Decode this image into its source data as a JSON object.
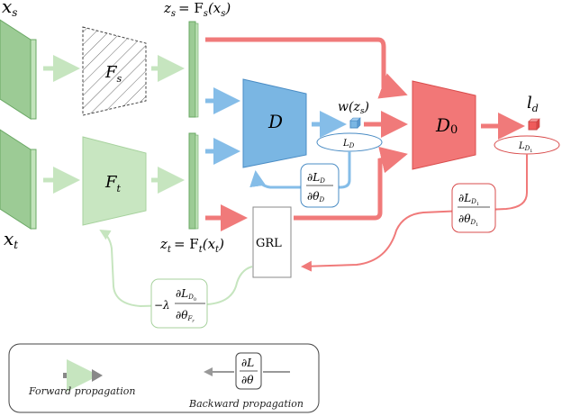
{
  "labels": {
    "xs": "x",
    "xs_sub": "s",
    "xt": "x",
    "xt_sub": "t",
    "fs": "F",
    "fs_sub": "s",
    "ft": "F",
    "ft_sub": "t",
    "zs_lhs": "z",
    "zs_lhs_sub": "s",
    "zs_rhs": "= F",
    "zs_rhs_sub": "s",
    "zs_arg": "(x",
    "zs_arg_sub": "s",
    "zs_close": ")",
    "zt_lhs": "z",
    "zt_lhs_sub": "t",
    "zt_rhs": "= F",
    "zt_rhs_sub": "t",
    "zt_arg": "(x",
    "zt_arg_sub": "t",
    "zt_close": ")",
    "d": "D",
    "d0": "D",
    "d0_sub": "0",
    "wzs": "w(z",
    "wzs_sub": "s",
    "wzs_close": ")",
    "ld": "l",
    "ld_sub": "d",
    "grl": "GRL",
    "loss_d": "L",
    "loss_d_sub": "D",
    "loss_d1": "L",
    "loss_d1_sub": "D",
    "loss_d1_subsub": "1"
  },
  "gradients": {
    "d": {
      "num": "∂L",
      "num_sub": "D",
      "den": "∂θ",
      "den_sub": "D"
    },
    "d1": {
      "num": "∂L",
      "num_sub": "D",
      "num_subsub": "1",
      "den": "∂θ",
      "den_sub": "D",
      "den_subsub": "1"
    },
    "ft": {
      "prefix": "−λ",
      "num": "∂L",
      "num_sub": "D",
      "num_subsub": "0",
      "den": "∂θ",
      "den_sub": "F",
      "den_subsub": "r"
    }
  },
  "legend": {
    "forward": "Forward propagation",
    "backward": "Backward propagation",
    "grad_num": "∂L",
    "grad_den": "∂θ"
  },
  "colors": {
    "green_block": "#a8d5a2",
    "green_block_edge": "#6aa864",
    "green_light": "#d5ecd2",
    "blue": "#7ab6e3",
    "blue_edge": "#4a8cc4",
    "red": "#ef6f6f",
    "red_edge": "#d94c4c",
    "arrow_green": "#c6e5bf",
    "arrow_blue": "#85bde8",
    "arrow_red": "#f07a7a",
    "gray": "#888888"
  }
}
